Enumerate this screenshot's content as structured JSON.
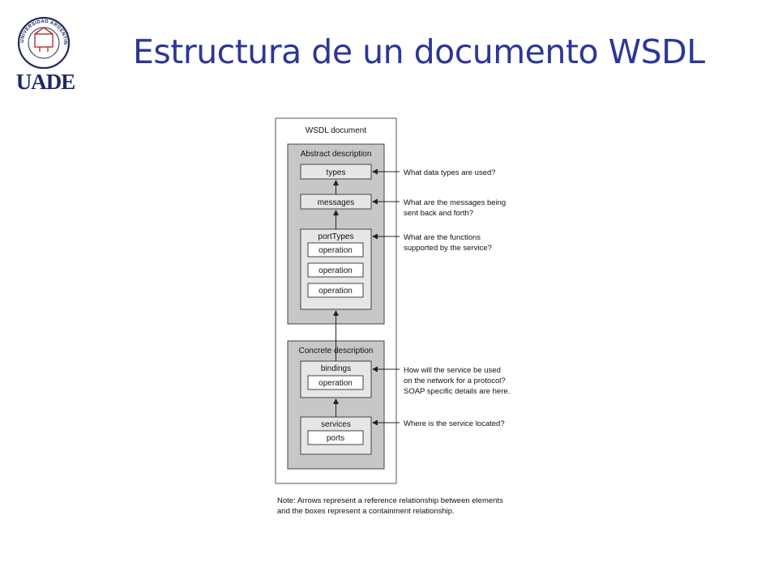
{
  "header": {
    "title": "Estructura de un documento WSDL",
    "logo": {
      "name": "UADE",
      "seal_text": "UNIVERSIDAD ARGENTINA DE LA EMPRESA",
      "primary_color": "#1f2a63",
      "accent_color": "#b3302c"
    }
  },
  "diagram": {
    "document_label": "WSDL document",
    "abstract": {
      "label": "Abstract description",
      "types": "types",
      "messages": "messages",
      "porttypes": "portTypes",
      "operations": [
        "operation",
        "operation",
        "operation"
      ]
    },
    "concrete": {
      "label": "Concrete description",
      "bindings": "bindings",
      "binding_operation": "operation",
      "services": "services",
      "ports": "ports"
    },
    "annotations": {
      "types": [
        "What data types are used?"
      ],
      "messages": [
        "What are the messages being",
        "sent back and forth?"
      ],
      "porttypes": [
        "What are the functions",
        "supported by the service?"
      ],
      "bindings": [
        "How will the service be used",
        "on the network for a protocol?",
        "SOAP specific details are here."
      ],
      "services": [
        "Where is the service located?"
      ]
    },
    "note": "Note: Arrows represent a reference relationship between elements\nand the boxes represent a containment relationship."
  },
  "colors": {
    "title": "#2b3796",
    "section_fill": "#c7c7c7",
    "box_fill": "#e6e6e6",
    "stroke": "#444444"
  }
}
